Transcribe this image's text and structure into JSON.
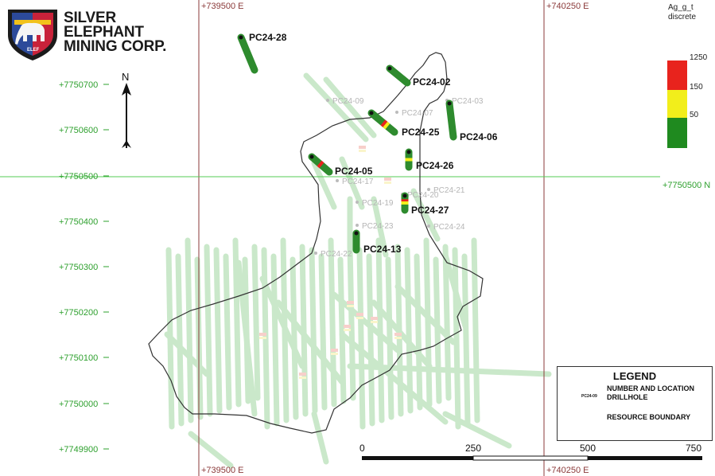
{
  "company": {
    "line1": "SILVER",
    "line2": "ELEPHANT",
    "line3": "MINING CORP.",
    "badge": "ELEF"
  },
  "north_label": "N",
  "grid": {
    "eastings": [
      "+739500 E",
      "+740250 E"
    ],
    "northings": [
      "+7750700",
      "+7750600",
      "+7750500",
      "+7750400",
      "+7750300",
      "+7750200",
      "+7750100",
      "+7750000",
      "+7749900"
    ],
    "main_northing_right": "+7750500 N"
  },
  "drillholes": [
    {
      "id": "PC24-28",
      "color": "#2e8b2e"
    },
    {
      "id": "PC24-02",
      "color": "#2e8b2e"
    },
    {
      "id": "PC24-25",
      "color": "#2e8b2e"
    },
    {
      "id": "PC24-06",
      "color": "#2e8b2e"
    },
    {
      "id": "PC24-26",
      "color": "#2e8b2e"
    },
    {
      "id": "PC24-05",
      "color": "#2e8b2e"
    },
    {
      "id": "PC24-27",
      "color": "#2e8b2e"
    },
    {
      "id": "PC24-13",
      "color": "#2e8b2e"
    }
  ],
  "faint_drillholes": [
    "PC24-09",
    "PC24-03",
    "PC24-07",
    "PC24-17",
    "PC24-21",
    "PC24-20",
    "PC24-19",
    "PC24-23",
    "PC24-24",
    "PC24-22"
  ],
  "colorbar": {
    "title_line1": "Ag_g_t",
    "title_line2": "discrete",
    "ticks": [
      "1250",
      "150",
      "50"
    ],
    "colors": {
      "high": "#e8231d",
      "mid": "#f2ee1b",
      "low": "#1f8a1f"
    }
  },
  "scale_bar": {
    "labels": [
      "0",
      "250",
      "500",
      "750"
    ]
  },
  "legend": {
    "title": "LEGEND",
    "drillhole_line1": "NUMBER AND LOCATION",
    "drillhole_line2": "DRILLHOLE",
    "drillhole_sample": "PC24-09",
    "boundary_label": "RESOURCE BOUNDARY"
  },
  "colors": {
    "grid_red": "#8b3a3a",
    "grid_green": "#55cc55",
    "grid_text_green": "#2ea02e",
    "drill_green": "#2e8b2e",
    "boundary": "#333333"
  }
}
